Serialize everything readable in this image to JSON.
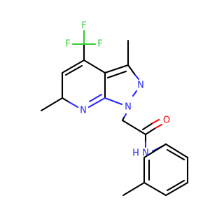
{
  "molecule": {
    "atoms": {
      "f_top": "F",
      "f_left": "F",
      "f_right": "F",
      "n_pyridine": "N",
      "n_pyrazole_1": "N",
      "n_pyrazole_2": "N",
      "o_carbonyl": "O",
      "n_amide": "N",
      "h_amide": "H"
    },
    "colors": {
      "bond": "#000000",
      "nitrogen": "#2727ff",
      "oxygen": "#ff0000",
      "fluorine": "#33cc33"
    }
  }
}
